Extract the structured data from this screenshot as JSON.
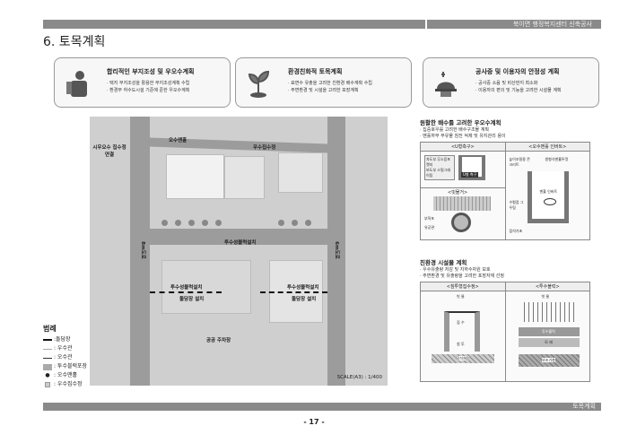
{
  "header": {
    "project": "북이면 행정복지센터 신축공사",
    "title": "6. 토목계획"
  },
  "cards": [
    {
      "icon": "worker-icon",
      "title": "합리적인 부지조성 및 우오수계획",
      "lines": [
        "· 택지 부지조성을 활용한 부지조성계획 수립",
        "· 환경부 하수도시설 기준에 준한 우오수계획"
      ]
    },
    {
      "icon": "sprout-icon",
      "title": "환경친화적 토목계획",
      "lines": [
        "· 표면수 유출을 고려한 친환경 배수계획 수립",
        "· 주변환경 및 시설을 고려한 포장계획"
      ]
    },
    {
      "icon": "hardhat-icon",
      "title": "공사중 및 이용자의 안정성 계획",
      "lines": [
        "· 공사중 소음 및 비산먼지 최소화",
        "· 이용자의 편의 및 기능을 고려한 시설물 계획"
      ]
    }
  ],
  "map": {
    "labels": {
      "sewer_manhole": "오수맨홀",
      "rain_basin": "우수집수정",
      "city_connect": "시우오수 집수정 연결",
      "road_left": "8m도로",
      "road_right": "6m도로",
      "permeable1": "투수성블럭설치",
      "permeable2": "투수성블럭설치",
      "permeable3": "투수성블럭설치",
      "curb1": "돌담장 설치",
      "curb2": "돌담장 설치",
      "parking": "공공 주차장",
      "scale": "SCALE(A3) : 1/400"
    }
  },
  "legend": {
    "title": "범례",
    "items": [
      ":돌담장",
      ": 우수관",
      ": 오수관",
      ": 투수블럭포장",
      ": 오수맨홀",
      ": 우수집수정"
    ]
  },
  "right": {
    "sec1": {
      "title": "원활한 배수를 고려한 우오수계획",
      "lines": [
        "· 집중호우를 고려한 배수구조물 계획",
        "· 맨홀하부 부유물 침전 억제 및 유지관리 용이"
      ],
      "panels": {
        "a": "<U형측구>",
        "b": "<오수맨홀 인버트>",
        "c": "<빗물거>"
      },
      "notes": {
        "a1": "차도부 무소음포켓지",
        "a2": "보도부 스틸그레이팅",
        "a3": "U형 측구",
        "b1": "높이조절용 콘크리트",
        "b2": "원형식맨홀뚜껑",
        "b3": "맨홀 인버트",
        "b4": "수평점 그우림",
        "b5": "잡석기초",
        "c1": "부직포",
        "c2": "유공관"
      }
    },
    "sec2": {
      "title": "친환경 시설물 계획",
      "lines": [
        "· 우수유출량 저감 및 지하수자원 보호",
        "· 주변환경 및 유출량을 고려한 포장자재 선정"
      ],
      "panels": {
        "a": "<침투형집수정>",
        "b": "<투수블럭>"
      },
      "notes": {
        "a1": "빗 물",
        "a2": "집 수",
        "a3": "침 투",
        "a4": "잡석채움",
        "b1": "빗 물",
        "b2": "투수블럭",
        "b3": "모 래",
        "b4": "보조기층"
      }
    }
  },
  "footer": {
    "section": "토목계획",
    "page": "- 17 -"
  }
}
